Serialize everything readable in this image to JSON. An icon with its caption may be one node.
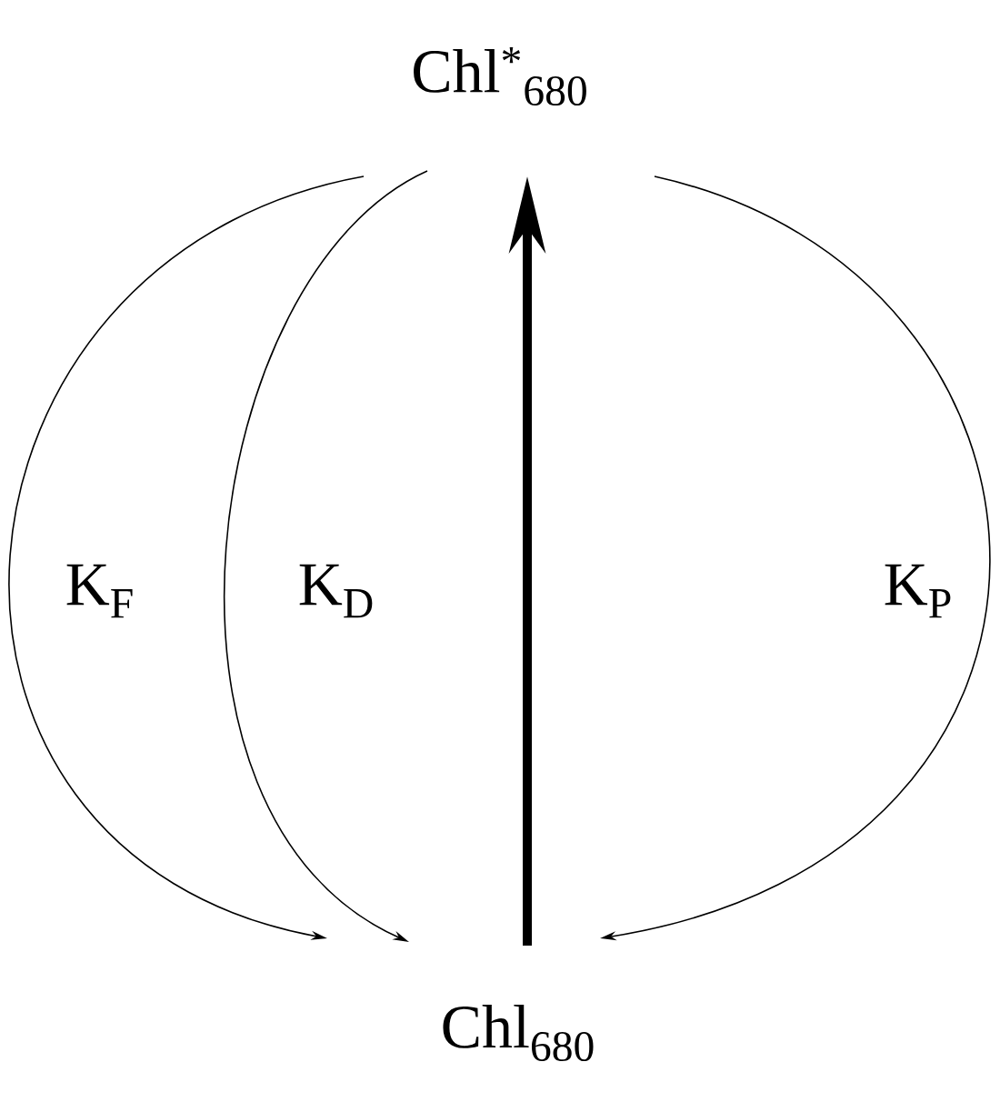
{
  "diagram": {
    "nodes": [
      {
        "text": [
          "Chl$^{*}$$_{680}$"
        ]
      },
      {
        "text": [
          "Chl$_{680}$"
        ]
      }
    ],
    "edges": [
      {
        "from": 1,
        "to": 0,
        "arrow": "to",
        "style": "thick"
      },
      {
        "from": 0,
        "to": 1,
        "arrow": "to",
        "label": "K$_{F}$"
      },
      {
        "from": 0,
        "to": 1,
        "arrow": "to",
        "label": "K$_{D}$"
      },
      {
        "from": 0,
        "to": 1,
        "arrow": "to",
        "label": "K$_{P}$"
      }
    ]
  }
}
